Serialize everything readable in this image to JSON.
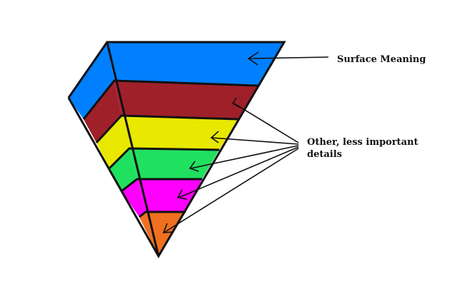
{
  "labels": {
    "top_layer": "Surface Meaning",
    "lower_layers_line1": "Other, less important",
    "lower_layers_line2": "details"
  },
  "layers": [
    {
      "id": "surface",
      "color": "#0080FF"
    },
    {
      "id": "layer-2",
      "color": "#A0202A"
    },
    {
      "id": "layer-3",
      "color": "#E8E800"
    },
    {
      "id": "layer-4",
      "color": "#20E060"
    },
    {
      "id": "layer-5",
      "color": "#FF00FF"
    },
    {
      "id": "layer-6",
      "color": "#F07020"
    }
  ],
  "outline_color": "#111111"
}
